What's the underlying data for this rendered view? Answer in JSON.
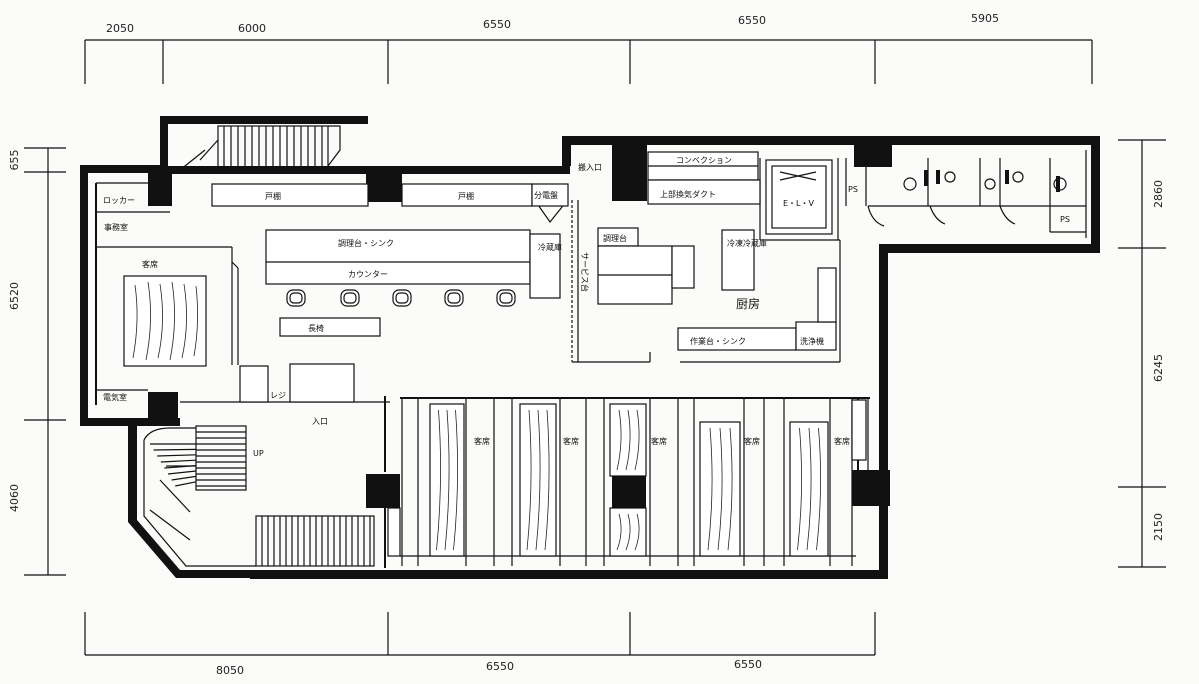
{
  "dimensions": {
    "top": [
      "2050",
      "6000",
      "6550",
      "6550",
      "5905"
    ],
    "bottom": [
      "8050",
      "6550",
      "6550"
    ],
    "left": [
      "655",
      "6520",
      "4060"
    ],
    "right": [
      "2860",
      "6245",
      "2150"
    ]
  },
  "rooms": {
    "locker": "ロッカー",
    "office": "事務室",
    "guest_room_left": "客席",
    "electric": "電気室",
    "shelf_1": "戸棚",
    "shelf_2": "戸棚",
    "switchboard": "分電盤",
    "counter_sink": "調理台・シンク",
    "counter": "カウンター",
    "bench": "長椅",
    "fridge_1": "冷蔵庫",
    "kitchen_aisle": "サービス台",
    "entrance": "入口",
    "register": "レジ",
    "staircase_mark": "UP",
    "loading": "搬入口",
    "conveyor": "コンベクション",
    "duct": "上部換気ダクト",
    "elevator": "E・L・V",
    "prep": "調理台",
    "fridge_freezer": "冷凍冷蔵庫",
    "kitchen": "厨房",
    "work_sink": "作業台・シンク",
    "dishwasher": "洗浄機",
    "ps_1": "PS",
    "ps_2": "PS",
    "booth_1": "客席",
    "booth_2": "客席",
    "booth_3": "客席",
    "booth_4": "客席",
    "booth_5": "客席"
  }
}
